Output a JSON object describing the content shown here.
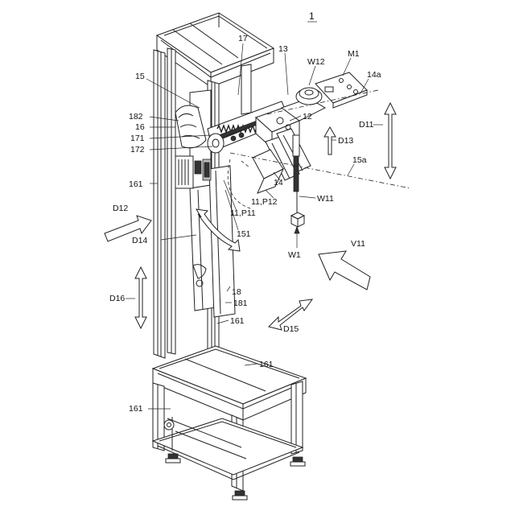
{
  "figure": {
    "ref_number": "1",
    "labels": {
      "l17": "17",
      "l13": "13",
      "lW12": "W12",
      "lM1": "M1",
      "l14a": "14a",
      "l15": "15",
      "l182": "182",
      "l16": "16",
      "l171": "171",
      "l172": "172",
      "l12": "12",
      "lD11": "D11",
      "lD13": "D13",
      "l14": "14",
      "l15a": "15a",
      "l161a": "161",
      "l11P12": "11,P12",
      "lW11": "W11",
      "lD12": "D12",
      "l11P11": "11,P11",
      "l151": "151",
      "lD14": "D14",
      "lW1": "W1",
      "lV11": "V11",
      "lD16": "D16",
      "l18": "18",
      "l181": "181",
      "l161b": "161",
      "lD15": "D15",
      "l161c": "161",
      "l161d": "161"
    }
  }
}
